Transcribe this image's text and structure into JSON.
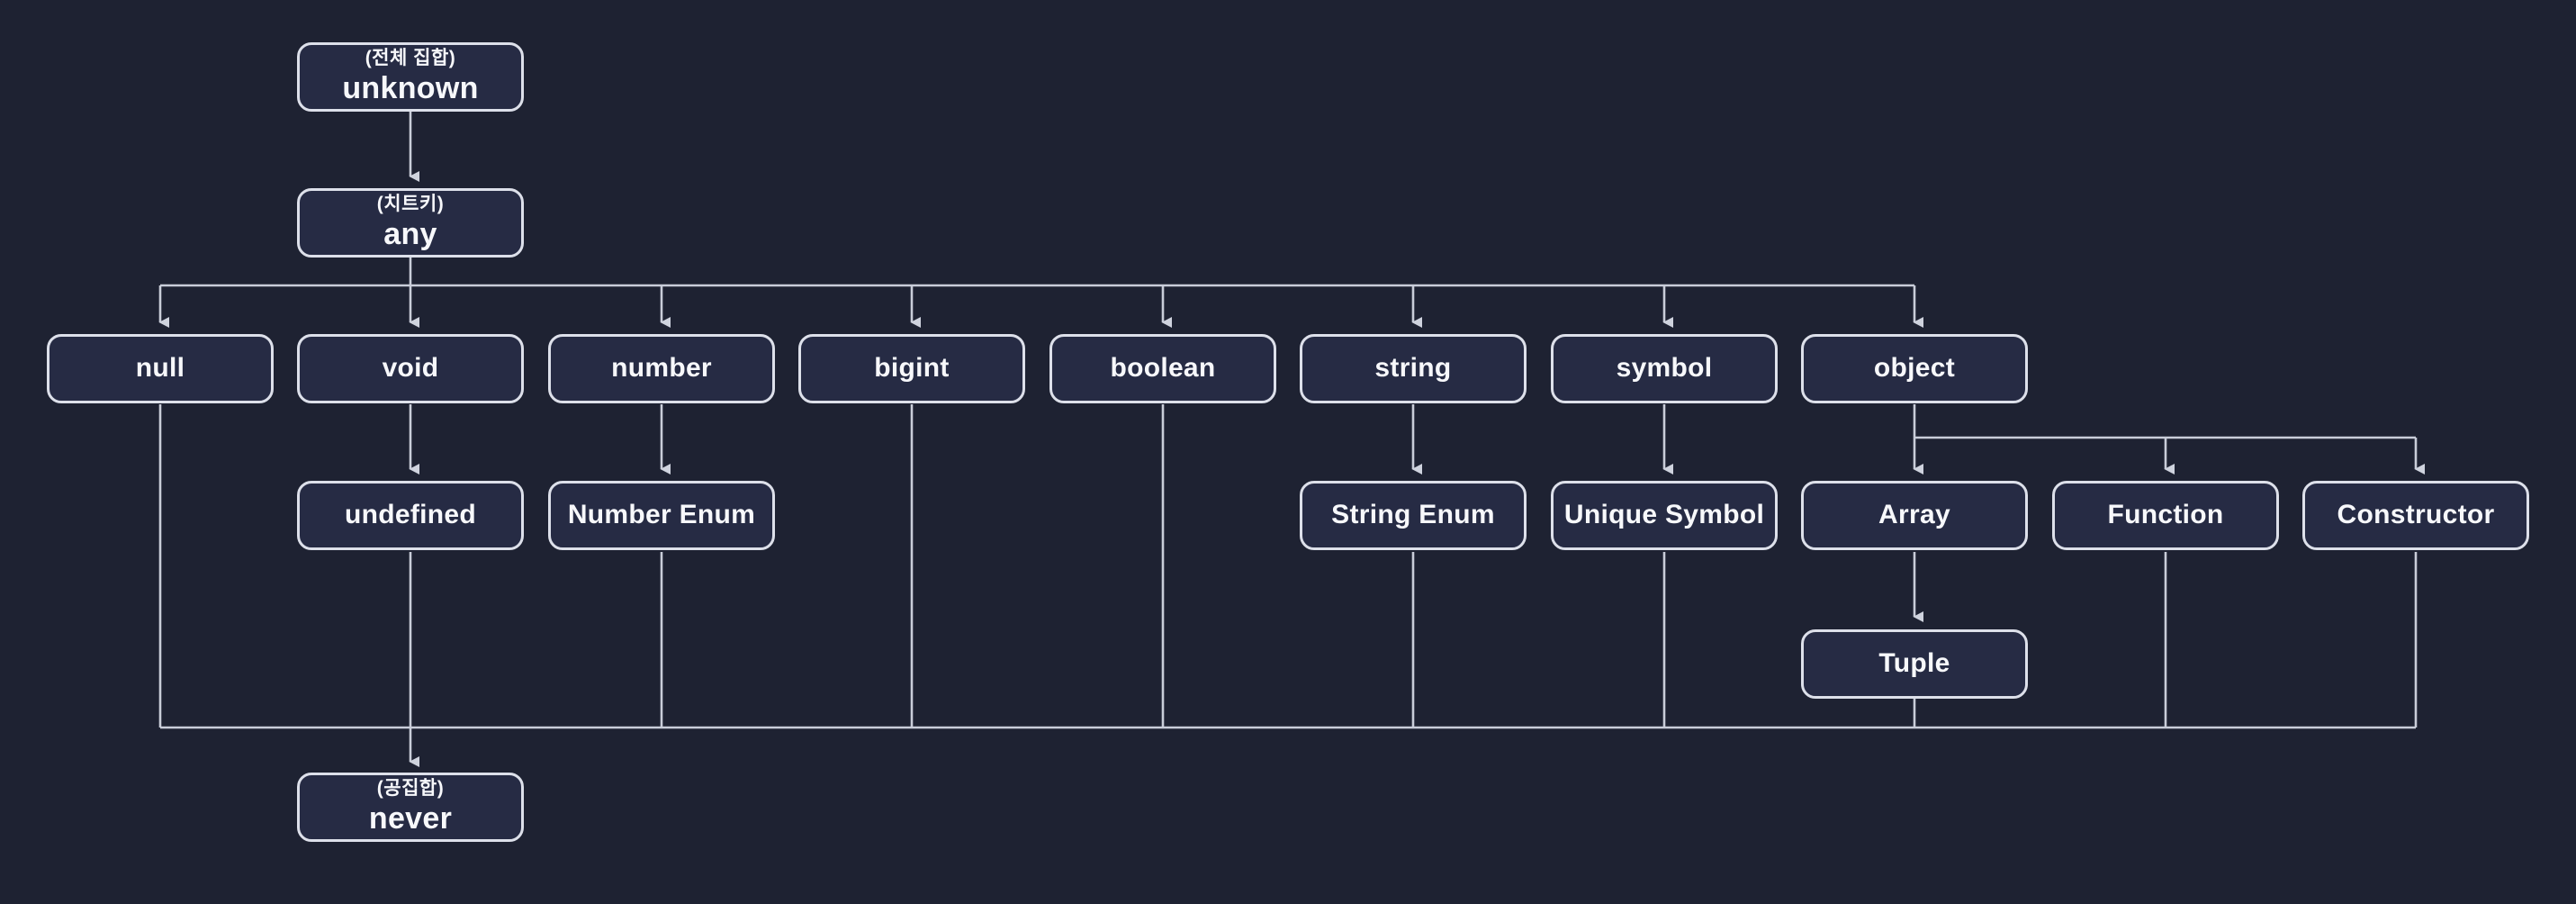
{
  "diagram": {
    "description": "Type hierarchy diagram",
    "colors": {
      "background": "#1e2232",
      "node_fill": "#262b44",
      "node_border": "#dde0ea",
      "edge": "#c9cdd9",
      "text": "#f7f8fb"
    },
    "nodes": {
      "unknown": {
        "label": "unknown",
        "sublabel": "(전체 집합)"
      },
      "any": {
        "label": "any",
        "sublabel": "(치트키)"
      },
      "null": {
        "label": "null"
      },
      "void": {
        "label": "void"
      },
      "number": {
        "label": "number"
      },
      "bigint": {
        "label": "bigint"
      },
      "boolean": {
        "label": "boolean"
      },
      "string": {
        "label": "string"
      },
      "symbol": {
        "label": "symbol"
      },
      "object": {
        "label": "object"
      },
      "undefined": {
        "label": "undefined"
      },
      "number_enum": {
        "label": "Number Enum"
      },
      "string_enum": {
        "label": "String Enum"
      },
      "unique_symbol": {
        "label": "Unique Symbol"
      },
      "array": {
        "label": "Array"
      },
      "function": {
        "label": "Function"
      },
      "constructor": {
        "label": "Constructor"
      },
      "tuple": {
        "label": "Tuple"
      },
      "never": {
        "label": "never",
        "sublabel": "(공집합)"
      }
    },
    "edges": [
      {
        "from": "unknown",
        "to": "any"
      },
      {
        "from": "any",
        "to": "null"
      },
      {
        "from": "any",
        "to": "void"
      },
      {
        "from": "any",
        "to": "number"
      },
      {
        "from": "any",
        "to": "bigint"
      },
      {
        "from": "any",
        "to": "boolean"
      },
      {
        "from": "any",
        "to": "string"
      },
      {
        "from": "any",
        "to": "symbol"
      },
      {
        "from": "any",
        "to": "object"
      },
      {
        "from": "void",
        "to": "undefined"
      },
      {
        "from": "number",
        "to": "number_enum"
      },
      {
        "from": "string",
        "to": "string_enum"
      },
      {
        "from": "symbol",
        "to": "unique_symbol"
      },
      {
        "from": "object",
        "to": "array"
      },
      {
        "from": "object",
        "to": "function"
      },
      {
        "from": "object",
        "to": "constructor"
      },
      {
        "from": "array",
        "to": "tuple"
      },
      {
        "from": "null",
        "to": "never"
      },
      {
        "from": "undefined",
        "to": "never"
      },
      {
        "from": "number_enum",
        "to": "never"
      },
      {
        "from": "bigint",
        "to": "never"
      },
      {
        "from": "boolean",
        "to": "never"
      },
      {
        "from": "string_enum",
        "to": "never"
      },
      {
        "from": "unique_symbol",
        "to": "never"
      },
      {
        "from": "tuple",
        "to": "never"
      },
      {
        "from": "function",
        "to": "never"
      },
      {
        "from": "constructor",
        "to": "never"
      }
    ]
  }
}
